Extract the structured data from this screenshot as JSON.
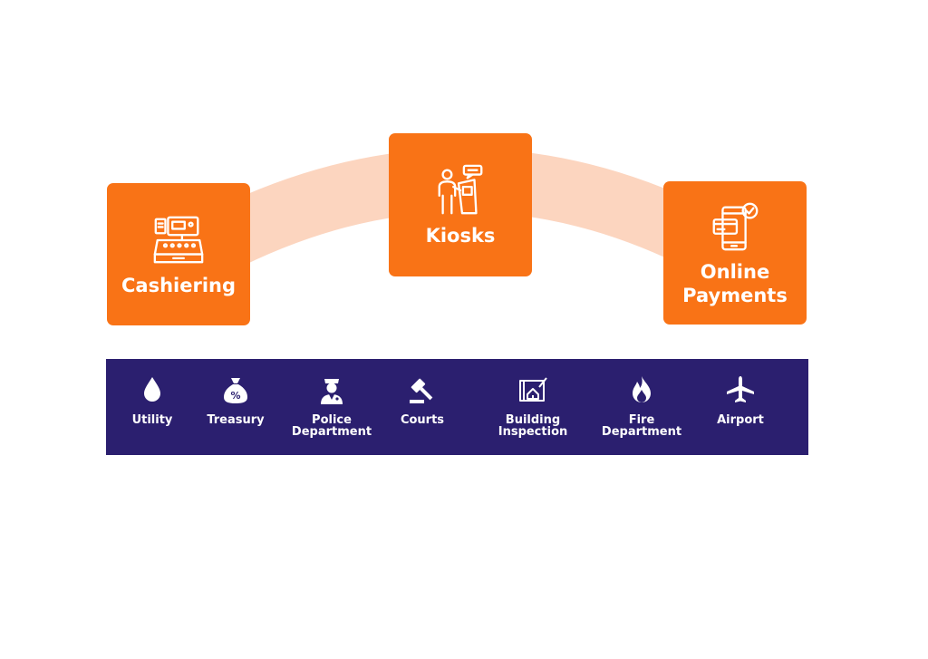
{
  "channels": {
    "cashiering": {
      "label": "Cashiering",
      "icon": "cash-register-icon"
    },
    "kiosks": {
      "label": "Kiosks",
      "icon": "kiosk-icon"
    },
    "online_payments": {
      "label": "Online\nPayments",
      "icon": "mobile-payment-icon"
    }
  },
  "departments": [
    {
      "label": "Utility",
      "icon": "water-drop-icon"
    },
    {
      "label": "Treasury",
      "icon": "money-bag-icon"
    },
    {
      "label": "Police\nDepartment",
      "icon": "police-officer-icon"
    },
    {
      "label": "Courts",
      "icon": "gavel-icon"
    },
    {
      "label": "Building\nInspection",
      "icon": "blueprint-icon"
    },
    {
      "label": "Fire\nDepartment",
      "icon": "flame-icon"
    },
    {
      "label": "Airport",
      "icon": "airplane-icon"
    }
  ],
  "colors": {
    "channel_orange": "#f97316",
    "arc_peach": "#fcd5bf",
    "department_bar": "#2b1f6f",
    "text": "#ffffff"
  }
}
